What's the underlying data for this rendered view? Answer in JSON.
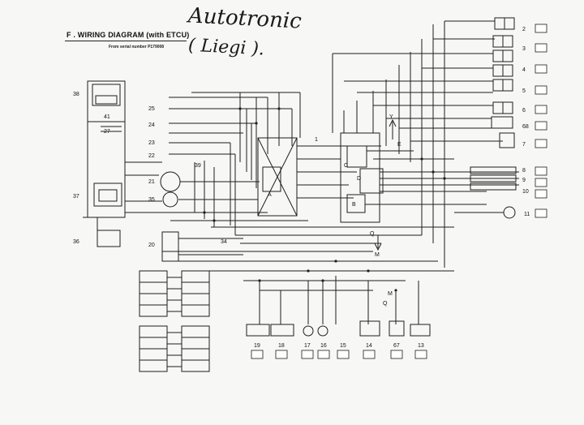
{
  "title": "F . WIRING DIAGRAM (with ETCU)",
  "subtitle": "From serial number P179008",
  "handwritten": {
    "line1": "Autotronic",
    "line2": "( Liegi )."
  },
  "components": {
    "right_column": [
      "2",
      "3",
      "4",
      "5",
      "6",
      "68",
      "7",
      "8",
      "9",
      "10",
      "11"
    ],
    "bottom_row": [
      "19",
      "18",
      "17",
      "16",
      "15",
      "14",
      "67",
      "13"
    ],
    "left_side": [
      "25",
      "24",
      "23",
      "22",
      "21",
      "35",
      "39",
      "38",
      "41",
      "27",
      "37",
      "36",
      "20",
      "34"
    ],
    "center": [
      "1",
      "A",
      "B",
      "C",
      "D",
      "E",
      "M",
      "Q"
    ]
  },
  "labels": {
    "y_arrow": "Y",
    "m_arrow": "M",
    "q_arrow": "Q",
    "e_label": "E"
  },
  "icons": [
    "lamp-icon",
    "gear-icon",
    "lever-icon",
    "brake-icon",
    "seat-icon",
    "speed-icon",
    "motor-icon",
    "switch-icon"
  ]
}
